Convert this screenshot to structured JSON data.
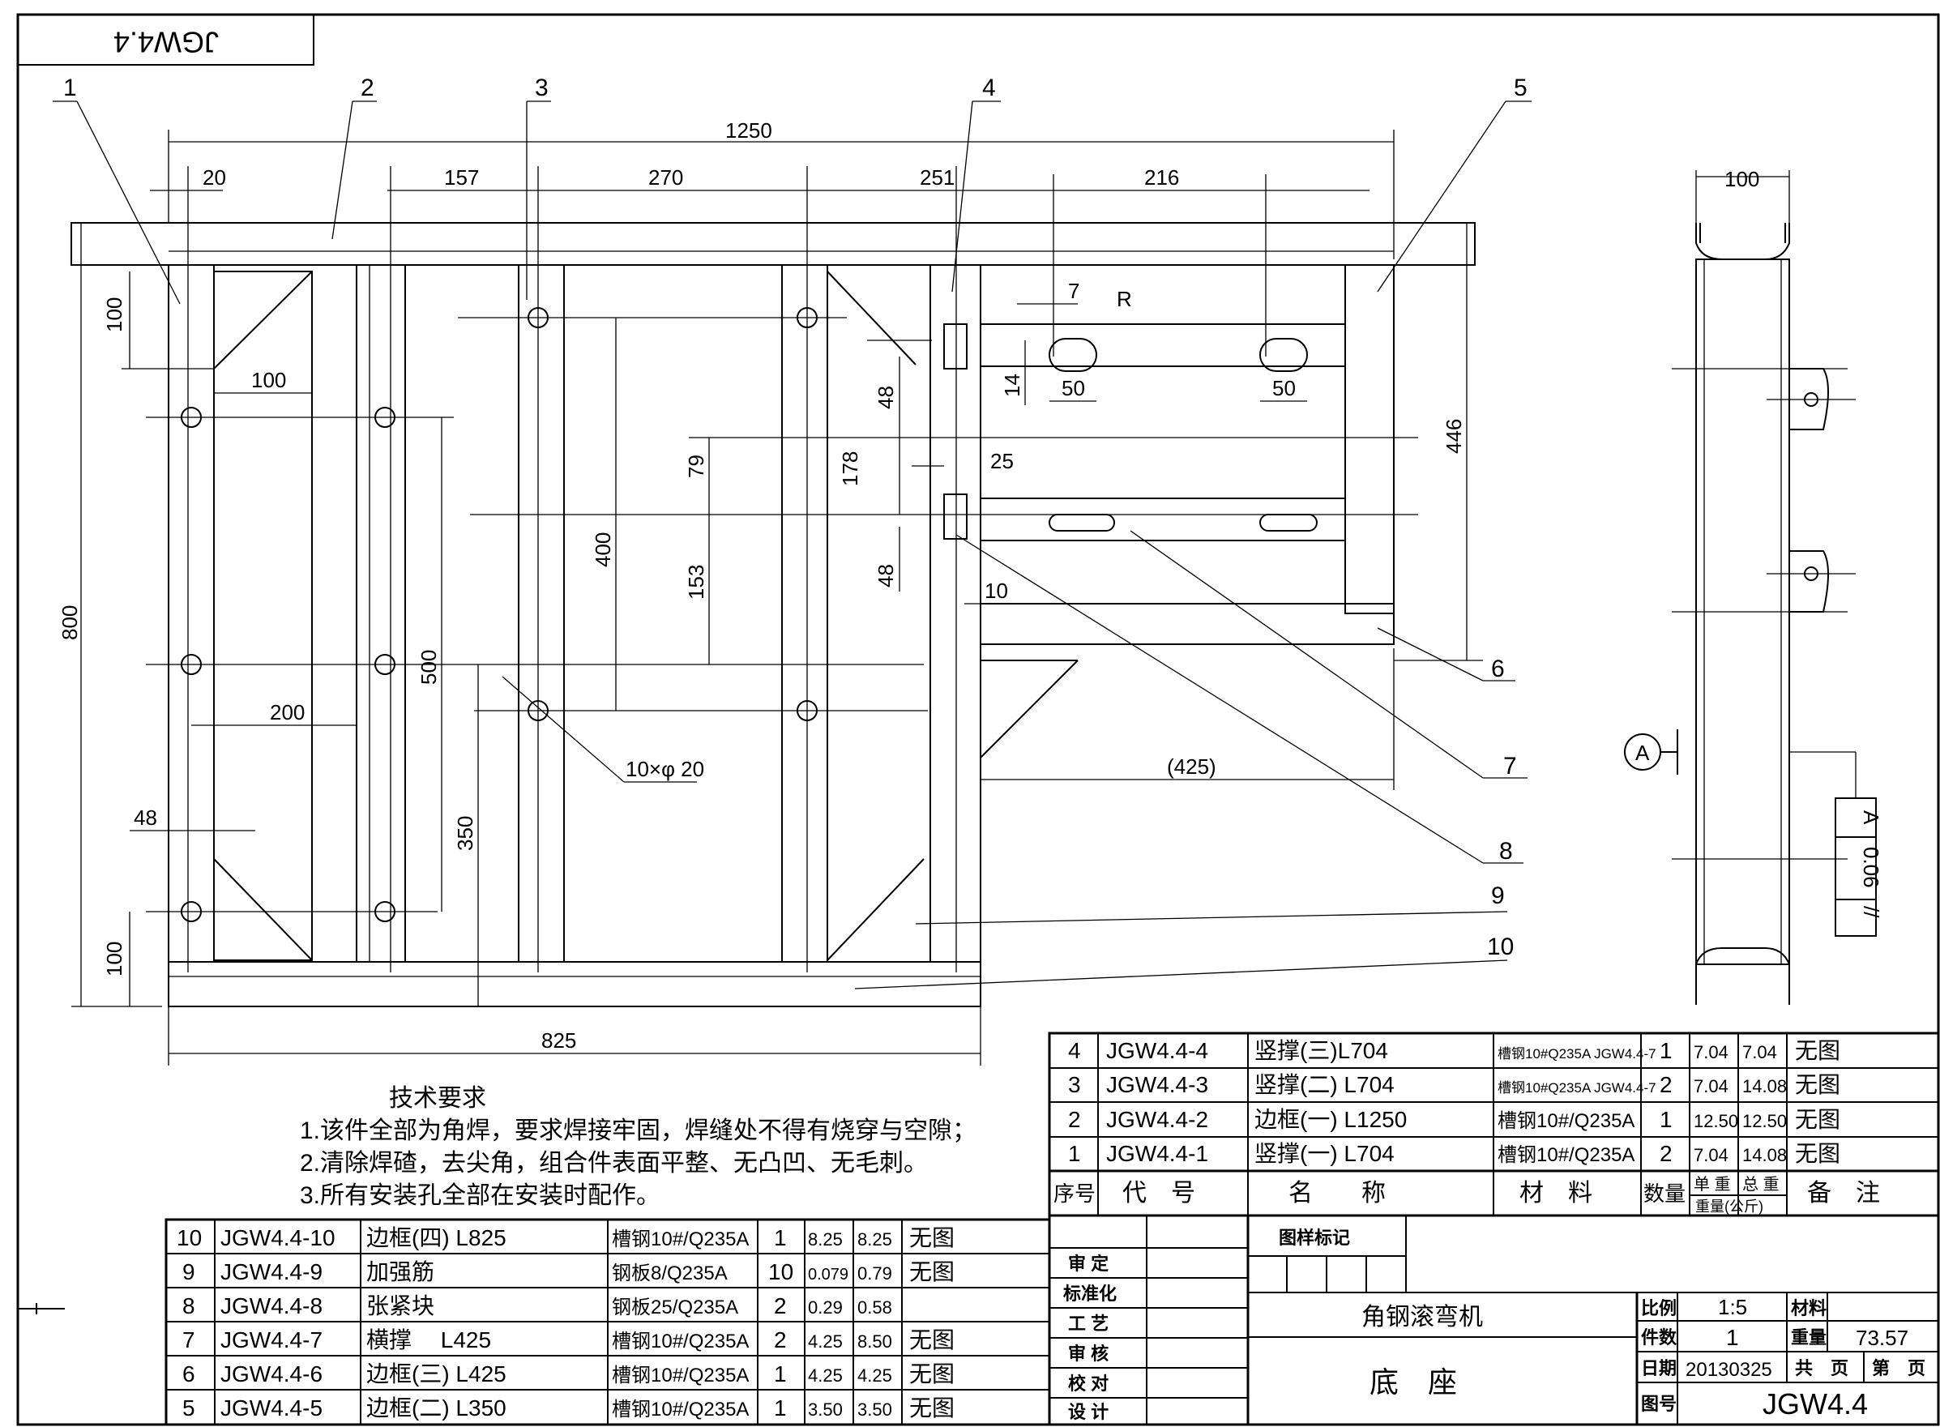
{
  "corner_code": "JGW4.4",
  "balloons": [
    "1",
    "2",
    "3",
    "4",
    "5",
    "6",
    "7",
    "8",
    "9",
    "10"
  ],
  "dimensions": {
    "overall_width": "1250",
    "edge_20": "20",
    "d157": "157",
    "d270": "270",
    "d251": "251",
    "d216": "216",
    "height_800": "800",
    "d100_top": "100",
    "d100_horiz": "100",
    "d200": "200",
    "d48_left": "48",
    "d100_bottom": "100",
    "d825": "825",
    "d500": "500",
    "d400": "400",
    "d350": "350",
    "d79": "79",
    "d153": "153",
    "d178": "178",
    "d48_a": "48",
    "d48_b": "48",
    "d7": "7",
    "d14": "14",
    "d50_a": "50",
    "d50_b": "50",
    "d25": "25",
    "d10": "10",
    "d425": "(425)",
    "d446": "446",
    "radius": "R",
    "holes": "10×φ 20",
    "side_width": "100"
  },
  "datum": {
    "label": "A",
    "tolerance_symbol": "//",
    "tolerance_value": "0.06",
    "reference": "A"
  },
  "tech_requirements": {
    "title": "技术要求",
    "items": [
      "1.该件全部为角焊，要求焊接牢固，焊缝处不得有烧穿与空隙；",
      "2.清除焊碴，去尖角，组合件表面平整、无凸凹、无毛刺。",
      "3.所有安装孔全部在安装时配作。"
    ]
  },
  "bom_upper": [
    {
      "no": "4",
      "code": "JGW4.4-4",
      "name": "竖撑(三)L704",
      "material": "槽钢10#Q235A JGW4.4-7",
      "qty": "1",
      "unit": "7.04",
      "total": "7.04",
      "remark": "无图"
    },
    {
      "no": "3",
      "code": "JGW4.4-3",
      "name": "竖撑(二) L704",
      "material": "槽钢10#Q235A JGW4.4-7",
      "qty": "2",
      "unit": "7.04",
      "total": "14.08",
      "remark": "无图"
    },
    {
      "no": "2",
      "code": "JGW4.4-2",
      "name": "边框(一) L1250",
      "material": "槽钢10#/Q235A",
      "qty": "1",
      "unit": "12.50",
      "total": "12.50",
      "remark": "无图"
    },
    {
      "no": "1",
      "code": "JGW4.4-1",
      "name": "竖撑(一) L704",
      "material": "槽钢10#/Q235A",
      "qty": "2",
      "unit": "7.04",
      "total": "14.08",
      "remark": "无图"
    }
  ],
  "bom_header": {
    "no": "序号",
    "code": "代　号",
    "name": "名　　称",
    "material": "材　料",
    "qty": "数量",
    "unit": "单 重",
    "total": "总 重",
    "weight": "重量(公斤)",
    "remark": "备　注"
  },
  "bom_lower": [
    {
      "no": "10",
      "code": "JGW4.4-10",
      "name": "边框(四) L825",
      "material": "槽钢10#/Q235A",
      "qty": "1",
      "unit": "8.25",
      "total": "8.25",
      "remark": "无图"
    },
    {
      "no": "9",
      "code": "JGW4.4-9",
      "name": "加强筋",
      "material": "钢板8/Q235A",
      "qty": "10",
      "unit": "0.079",
      "total": "0.79",
      "remark": "无图"
    },
    {
      "no": "8",
      "code": "JGW4.4-8",
      "name": "张紧块",
      "material": "钢板25/Q235A",
      "qty": "2",
      "unit": "0.29",
      "total": "0.58",
      "remark": ""
    },
    {
      "no": "7",
      "code": "JGW4.4-7",
      "name": "横撑　 L425",
      "material": "槽钢10#/Q235A",
      "qty": "2",
      "unit": "4.25",
      "total": "8.50",
      "remark": "无图"
    },
    {
      "no": "6",
      "code": "JGW4.4-6",
      "name": "边框(三) L425",
      "material": "槽钢10#/Q235A",
      "qty": "1",
      "unit": "4.25",
      "total": "4.25",
      "remark": "无图"
    },
    {
      "no": "5",
      "code": "JGW4.4-5",
      "name": "边框(二) L350",
      "material": "槽钢10#/Q235A",
      "qty": "1",
      "unit": "3.50",
      "total": "3.50",
      "remark": "无图"
    }
  ],
  "title_block": {
    "revision_mark": "图样标记",
    "roles": [
      "审 定",
      "标准化",
      "工 艺",
      "审 核",
      "校 对",
      "设 计"
    ],
    "product": "角钢滚弯机",
    "part": "底　座",
    "scale_label": "比例",
    "scale": "1:5",
    "material_label": "材料",
    "material": "",
    "count_label": "件数",
    "count": "1",
    "weight_label": "重量",
    "weight": "73.57",
    "date_label": "日期",
    "date": "20130325",
    "sheets_label": "共　页",
    "sheet_label": "第　页",
    "drawing_no_label": "图号",
    "drawing_no": "JGW4.4"
  }
}
